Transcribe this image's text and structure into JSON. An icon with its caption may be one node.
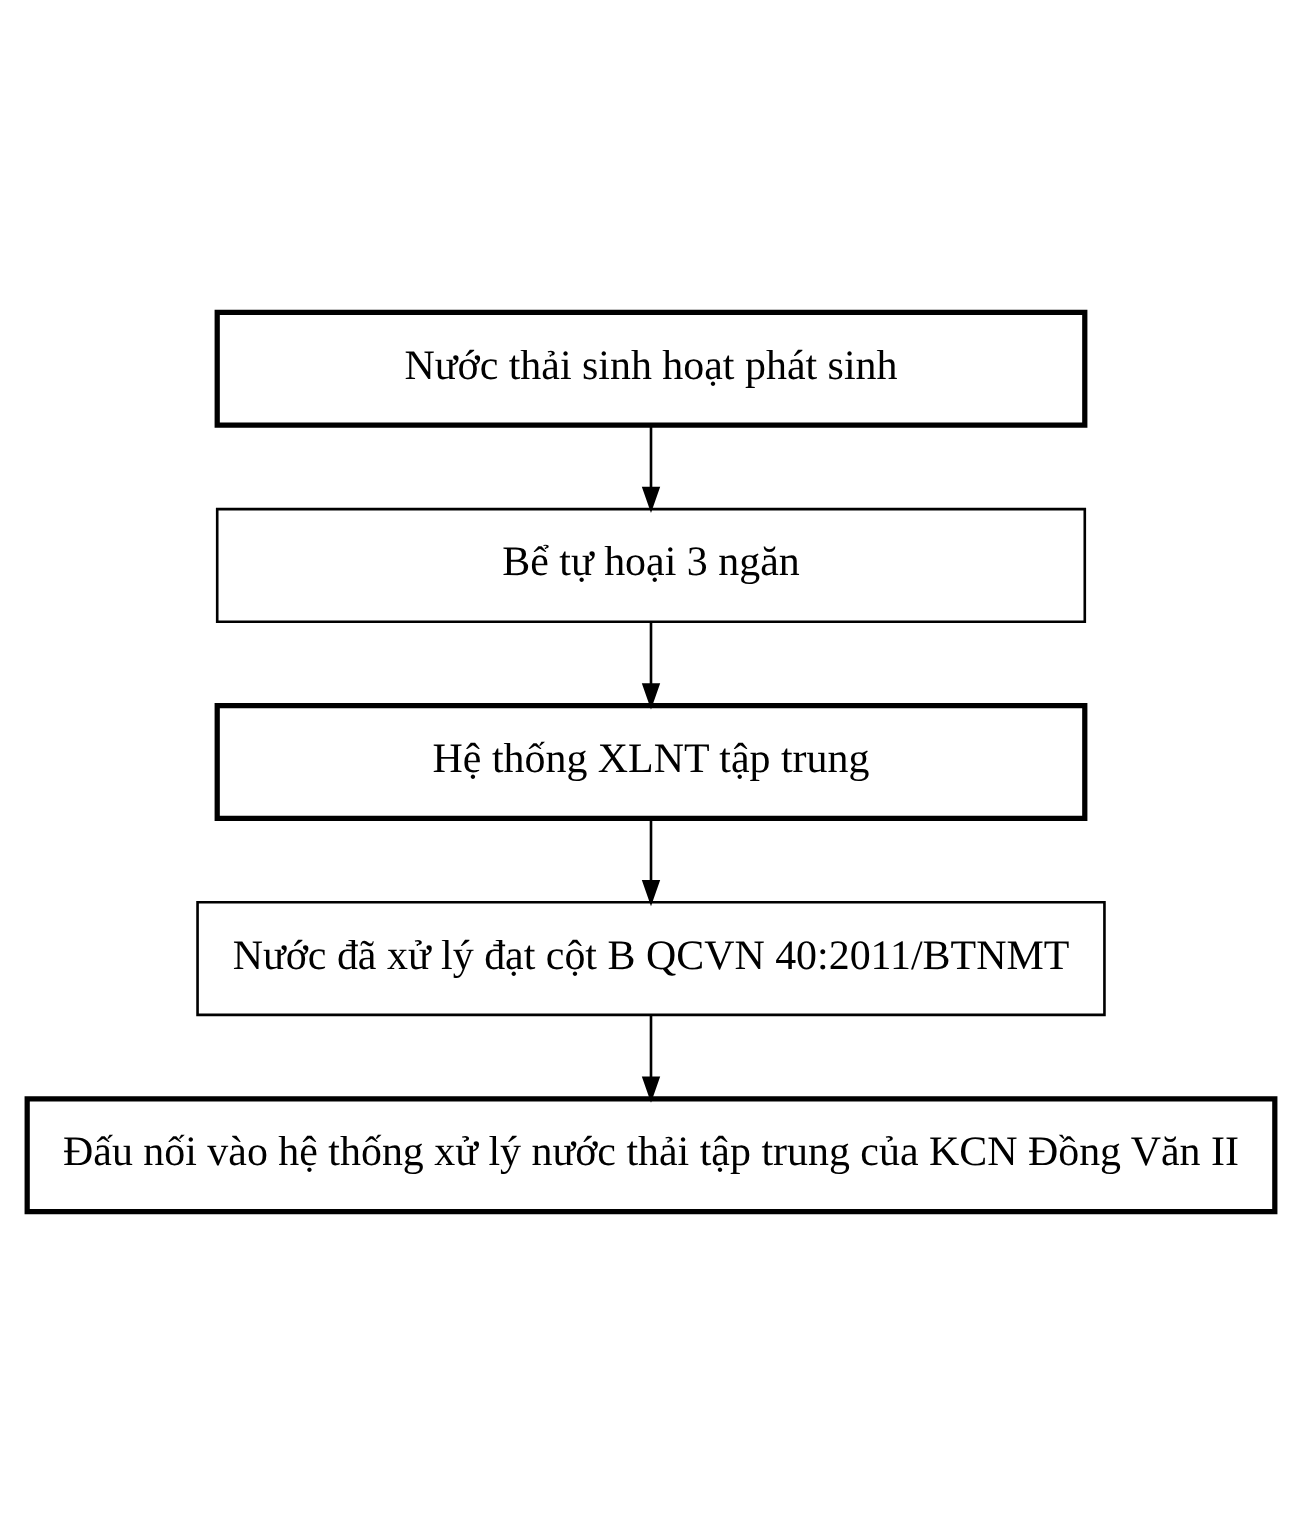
{
  "diagram": {
    "nodes": [
      {
        "text": [
          "Nước thải sinh hoạt phát sinh"
        ]
      },
      {
        "text": [
          "Bể tự hoại 3 ngăn"
        ]
      },
      {
        "text": [
          "Hệ thống XLNT tập trung"
        ]
      },
      {
        "text": [
          "Nước đã xử lý đạt cột B QCVN 40:2011/BTNMT"
        ]
      },
      {
        "text": [
          "Đấu nối vào hệ thống xử lý nước thải tập trung của KCN Đồng Văn II"
        ]
      }
    ],
    "edges": [
      {
        "from": 0,
        "to": 1,
        "arrow": "to"
      },
      {
        "from": 1,
        "to": 2,
        "arrow": "to"
      },
      {
        "from": 2,
        "to": 3,
        "arrow": "to"
      },
      {
        "from": 3,
        "to": 4,
        "arrow": "to"
      }
    ]
  }
}
